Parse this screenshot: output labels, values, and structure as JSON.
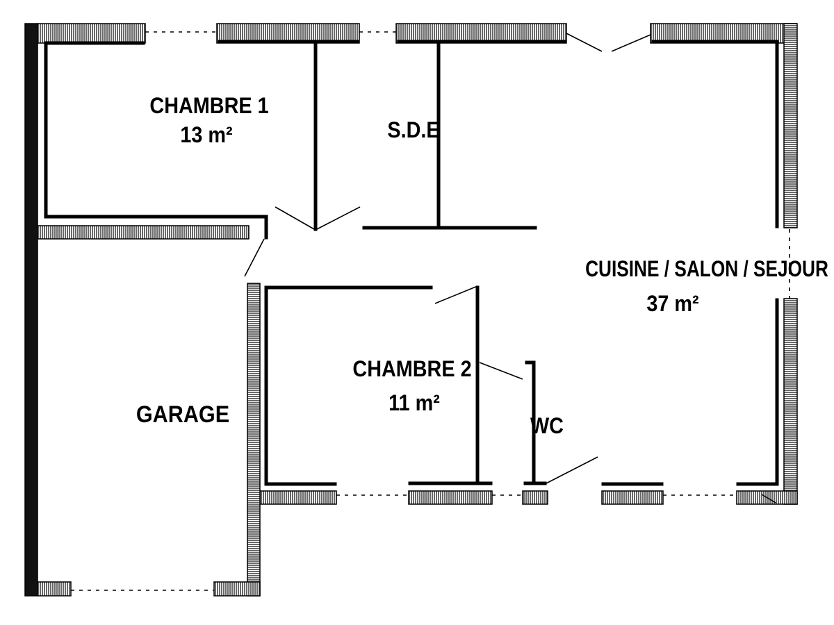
{
  "rooms": {
    "chambre1": {
      "name": "CHAMBRE 1",
      "area": "13 m²"
    },
    "sde": {
      "name": "S.D.E"
    },
    "cuisine": {
      "name": "CUISINE / SALON / SEJOUR",
      "area": "37 m²"
    },
    "chambre2": {
      "name": "CHAMBRE 2",
      "area": "11 m²"
    },
    "wc": {
      "name": "WC"
    },
    "garage": {
      "name": "GARAGE"
    }
  },
  "colors": {
    "wall_fill": "#7a7a7a",
    "wall_line": "#000000",
    "background": "#ffffff"
  }
}
